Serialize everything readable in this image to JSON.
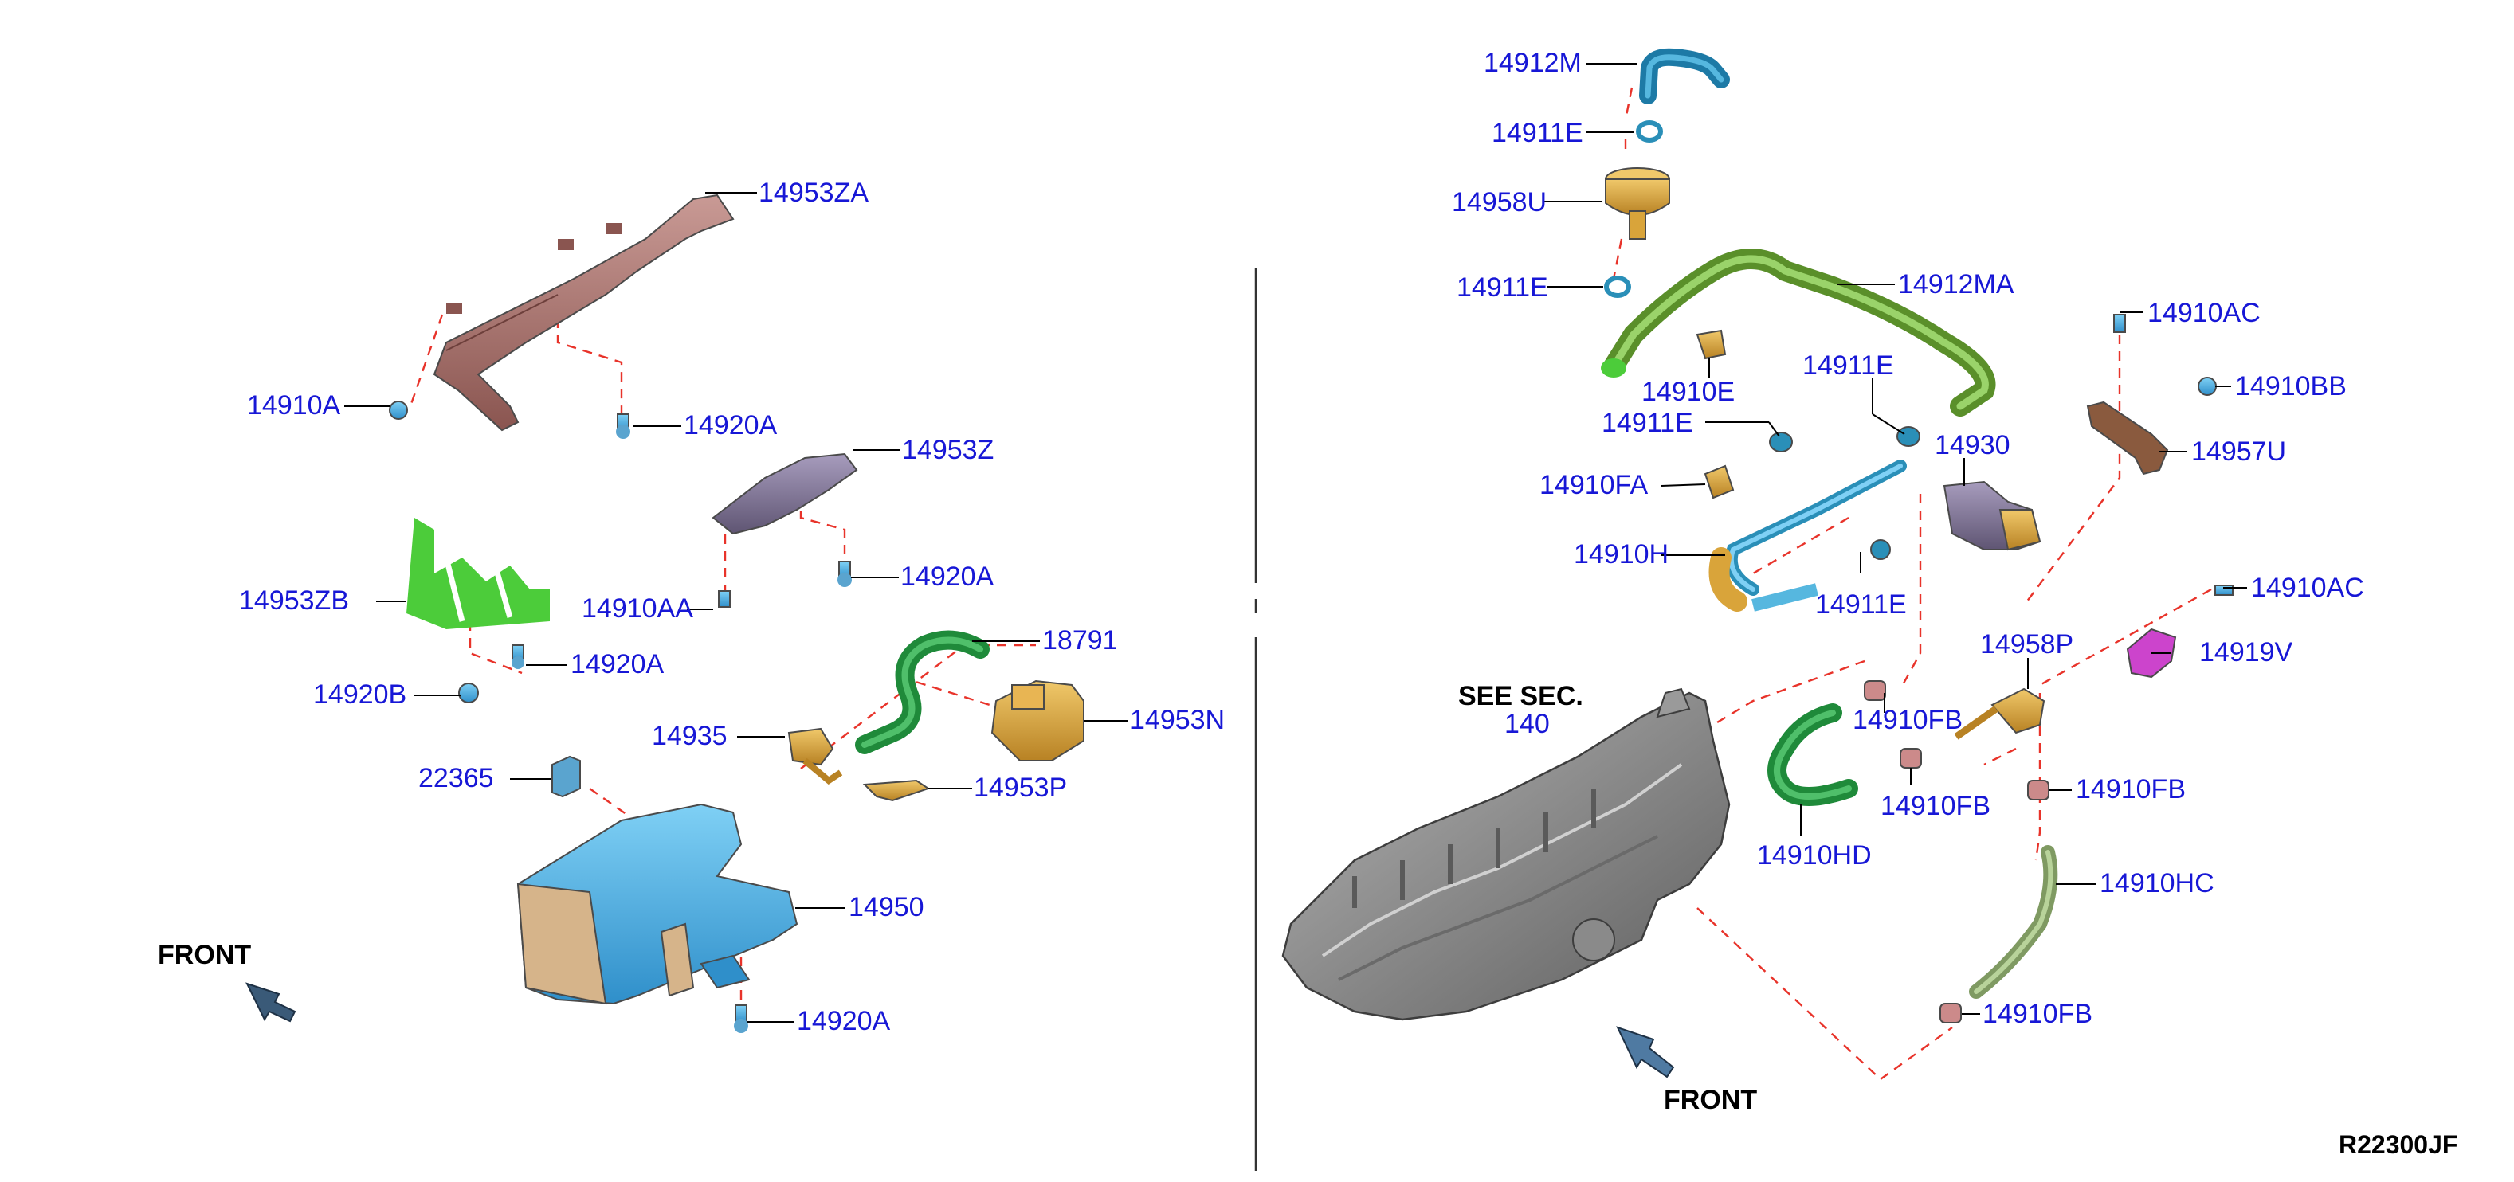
{
  "labels": {
    "14953ZA": "14953ZA",
    "14910A": "14910A",
    "14920A_1": "14920A",
    "14953Z": "14953Z",
    "14920A_2": "14920A",
    "14953ZB": "14953ZB",
    "14910AA": "14910AA",
    "14920A_3": "14920A",
    "14920B": "14920B",
    "18791": "18791",
    "14935": "14935",
    "14953N": "14953N",
    "22365": "22365",
    "14953P": "14953P",
    "14950": "14950",
    "14920A_4": "14920A",
    "14912M": "14912M",
    "14911E_1": "14911E",
    "14958U": "14958U",
    "14911E_2": "14911E",
    "14912MA": "14912MA",
    "14910AC_1": "14910AC",
    "14910BB": "14910BB",
    "14910E": "14910E",
    "14911E_3": "14911E",
    "14911E_4": "14911E",
    "14930": "14930",
    "14957U": "14957U",
    "14910FA": "14910FA",
    "14910H": "14910H",
    "14911E_5": "14911E",
    "14910AC_2": "14910AC",
    "14958P": "14958P",
    "14919V": "14919V",
    "14910FB_1": "14910FB",
    "14910FB_2": "14910FB",
    "14910FB_3": "14910FB",
    "14910HD": "14910HD",
    "14910HC": "14910HC",
    "14910FB_4": "14910FB"
  },
  "notes": {
    "see_sec": "SEE SEC.",
    "sec_number": "140",
    "front_left": "FRONT",
    "front_right": "FRONT"
  },
  "diagram_code": "R22300JF",
  "colors": {
    "label": "#1717d6",
    "dashed_line": "#e8332a",
    "canister": "#4fb3e8",
    "bracket_brown": "#a8706c",
    "bracket_purple": "#7a6e8c",
    "hose_green": "#1f8a3a",
    "hose_lightgreen": "#7cb83a",
    "hose_blue": "#2a8fb8",
    "valve_gold": "#d9a43a",
    "manifold_gray": "#8e8e8e",
    "overlay_green": "#4ccc3a",
    "clamp_pink": "#cc44cc"
  },
  "icons": {
    "front_arrow_left": "front-arrow-icon",
    "front_arrow_right": "front-arrow-icon"
  }
}
